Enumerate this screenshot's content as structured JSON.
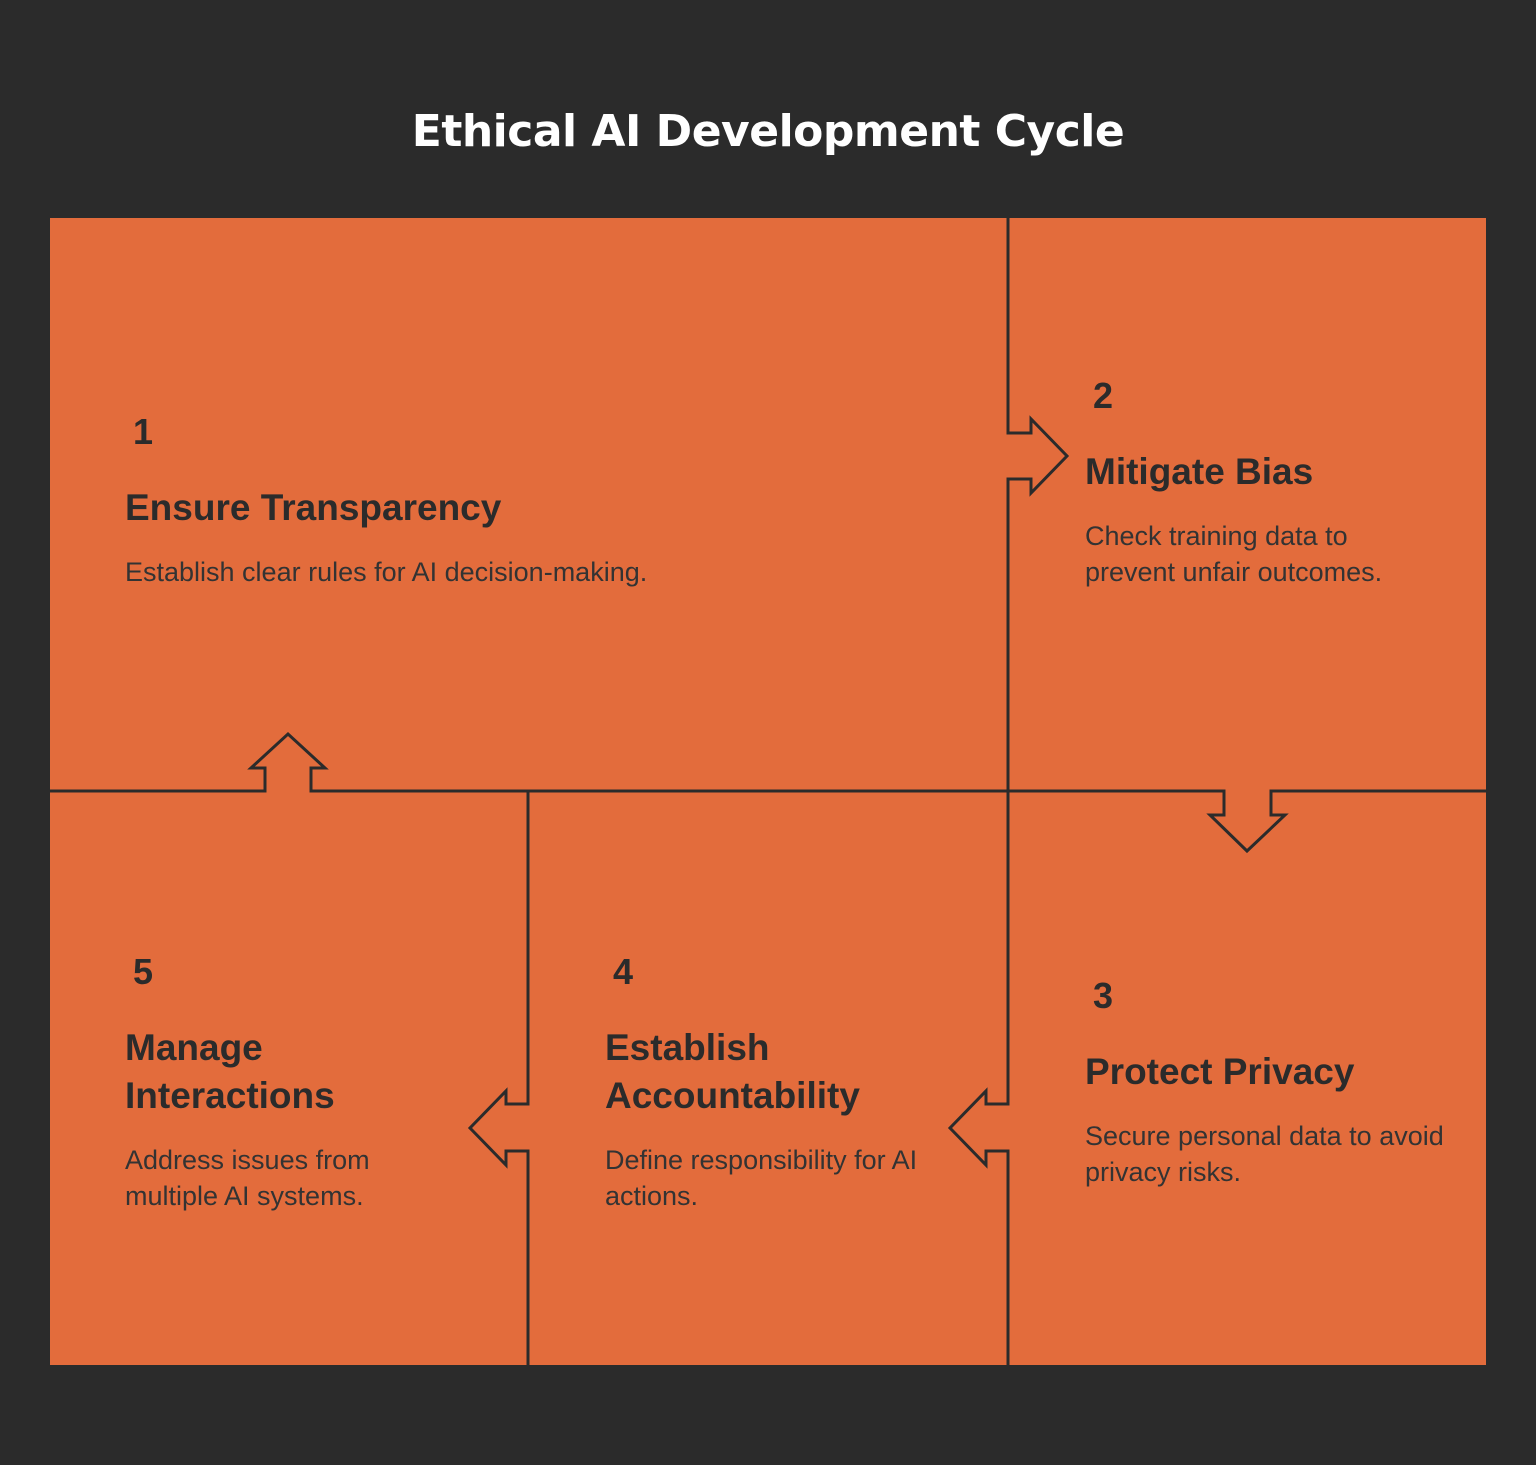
{
  "title": "Ethical AI Development Cycle",
  "colors": {
    "background": "#2b2b2b",
    "panel": "#e36c3c",
    "stroke": "#2b2b2b",
    "title_text": "#ffffff"
  },
  "steps": [
    {
      "number": "1",
      "heading": "Ensure Transparency",
      "description": "Establish clear rules for AI decision-making."
    },
    {
      "number": "2",
      "heading": "Mitigate Bias",
      "description": "Check training data to prevent unfair outcomes."
    },
    {
      "number": "3",
      "heading": "Protect Privacy",
      "description": "Secure personal data to avoid privacy risks."
    },
    {
      "number": "4",
      "heading": "Establish Accountability",
      "description": "Define responsibility for AI actions."
    },
    {
      "number": "5",
      "heading": "Manage Interactions",
      "description": "Address issues from multiple AI systems."
    }
  ]
}
